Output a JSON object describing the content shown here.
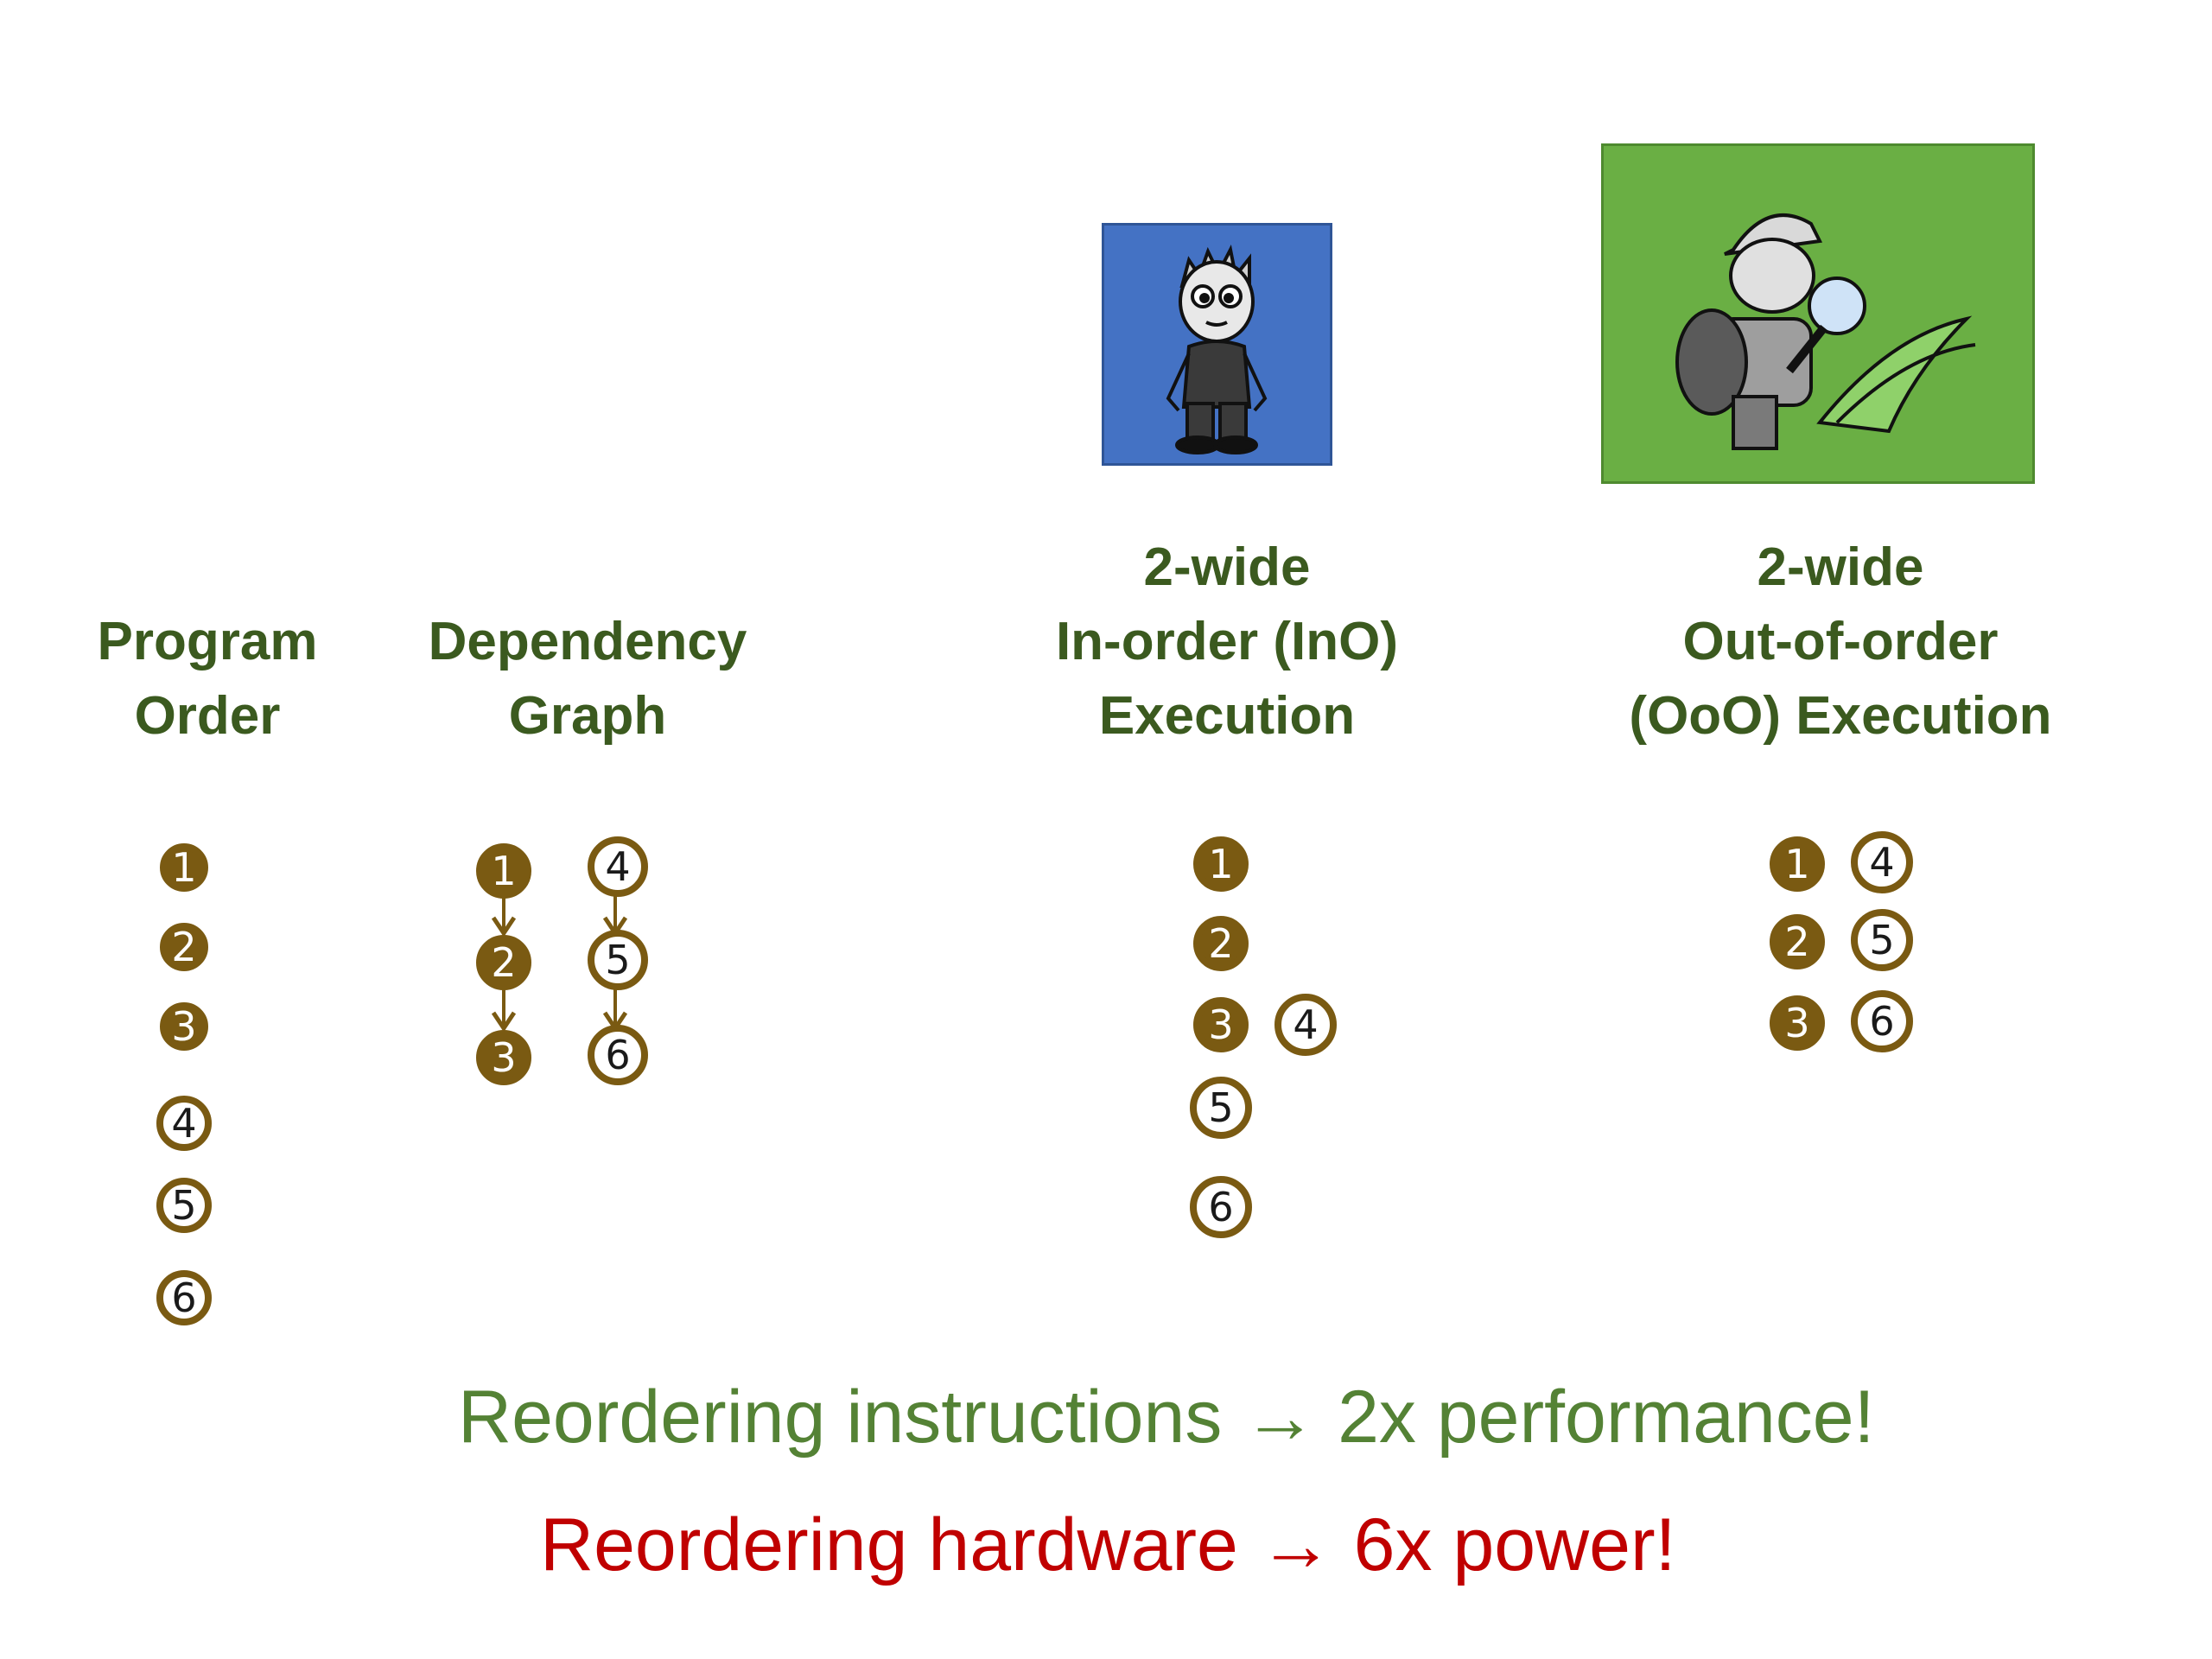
{
  "headings": {
    "program_order": [
      "Program",
      "Order"
    ],
    "dependency_graph": [
      "Dependency",
      "Graph"
    ],
    "inorder": [
      "2-wide",
      "In-order (InO)",
      "Execution"
    ],
    "ooo": [
      "2-wide",
      "Out-of-order",
      "(OoO) Execution"
    ]
  },
  "nodes": {
    "n1": "1",
    "n2": "2",
    "n3": "3",
    "n4": "4",
    "n5": "5",
    "n6": "6"
  },
  "taglines": {
    "instructions": "Reordering instructions → 2x performance!",
    "hardware": "Reordering hardware → 6x power!"
  },
  "colors": {
    "heading": "#3b5a1f",
    "node": "#7a5a12",
    "tagline_green": "#548235",
    "tagline_red": "#c00000",
    "ino_panel": "#4472c4",
    "ooo_panel": "#6aaf44"
  },
  "pictures": {
    "ino": "cartoon-boy",
    "ooo": "cartoon-explorer-with-magnifier"
  }
}
